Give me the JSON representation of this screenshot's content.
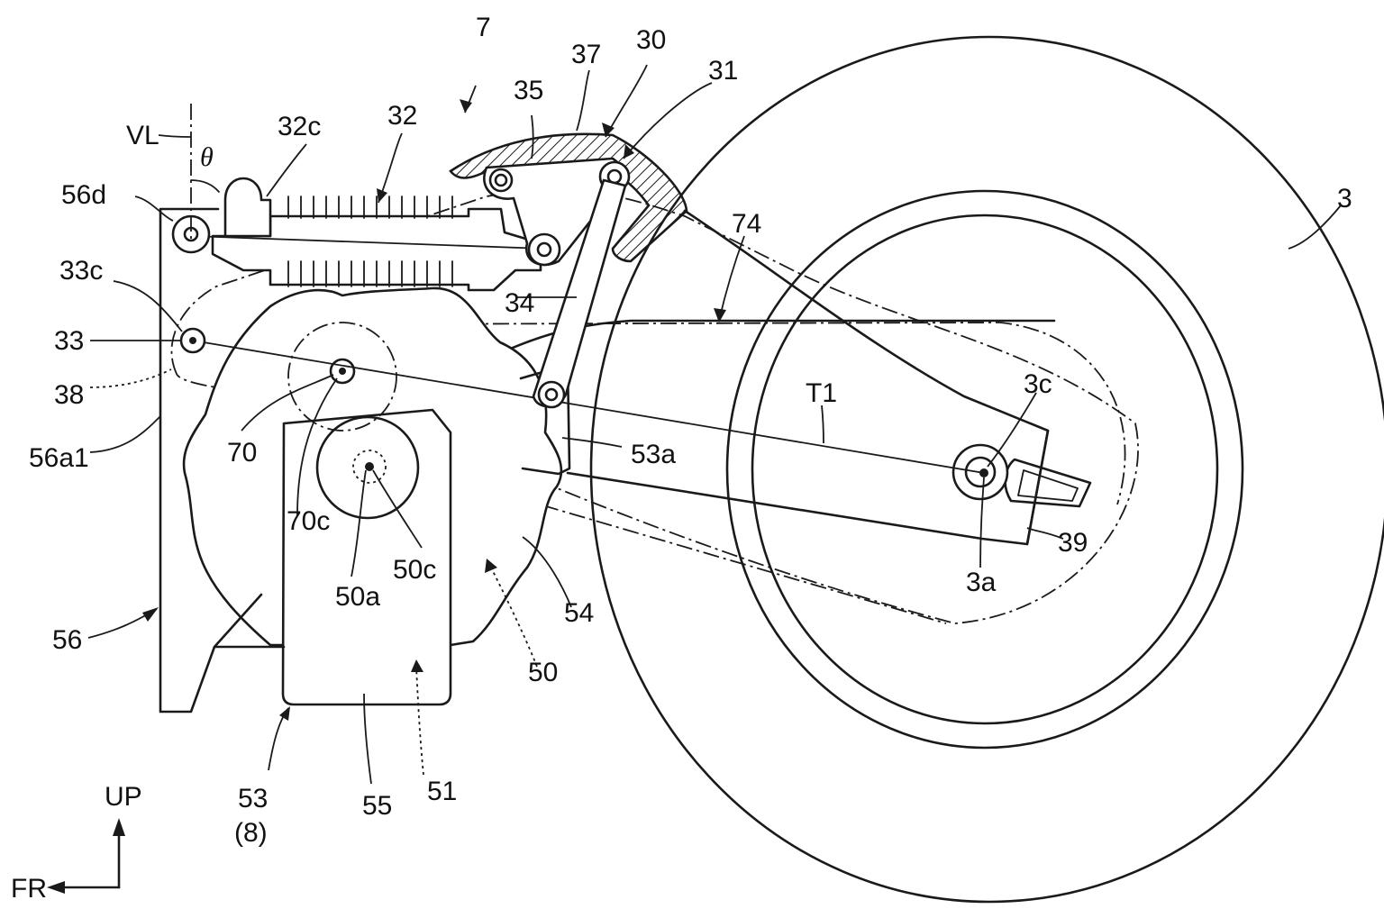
{
  "labels": {
    "l7": "7",
    "l37": "37",
    "l30": "30",
    "l31": "31",
    "l35": "35",
    "l32": "32",
    "l32c": "32c",
    "lVL": "VL",
    "ltheta": "θ",
    "l56d": "56d",
    "l33c": "33c",
    "l33": "33",
    "l38": "38",
    "l56a1": "56a1",
    "l70": "70",
    "l70c": "70c",
    "l50a": "50a",
    "l50c": "50c",
    "l54": "54",
    "l50": "50",
    "l51": "51",
    "l55": "55",
    "l53": "53",
    "l8": "(8)",
    "l56": "56",
    "l34": "34",
    "l53a": "53a",
    "l74": "74",
    "lT1": "T1",
    "l3c": "3c",
    "l3a": "3a",
    "l39": "39",
    "l3": "3"
  },
  "axes": {
    "up": "UP",
    "fr": "FR"
  }
}
